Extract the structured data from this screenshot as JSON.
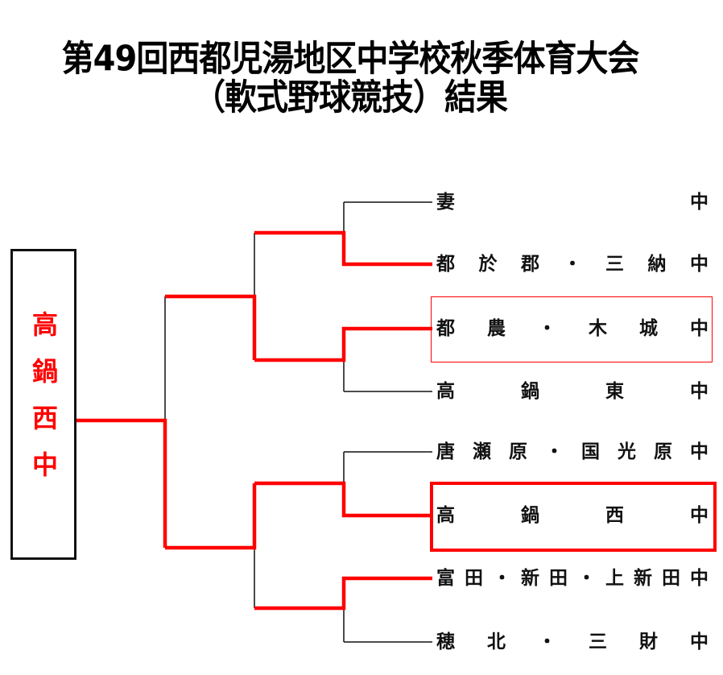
{
  "title": {
    "line1": "第49回西都児湯地区中学校秋季体育大会",
    "line2": "（軟式野球競技）結果"
  },
  "champion": "高鍋西中",
  "teams": [
    "妻 中",
    "都 於 郡 ・ 三 納 中",
    "都 農 ・ 木 城 中",
    "高 鍋 東 中",
    "唐 瀬 原 ・ 国 光 原 中",
    "高 鍋 西 中",
    "富 田 ・ 新 田 ・ 上 新 田 中",
    "穂 北 ・ 三 財 中"
  ],
  "colors": {
    "winner": "#ff0000",
    "line": "#000000"
  }
}
